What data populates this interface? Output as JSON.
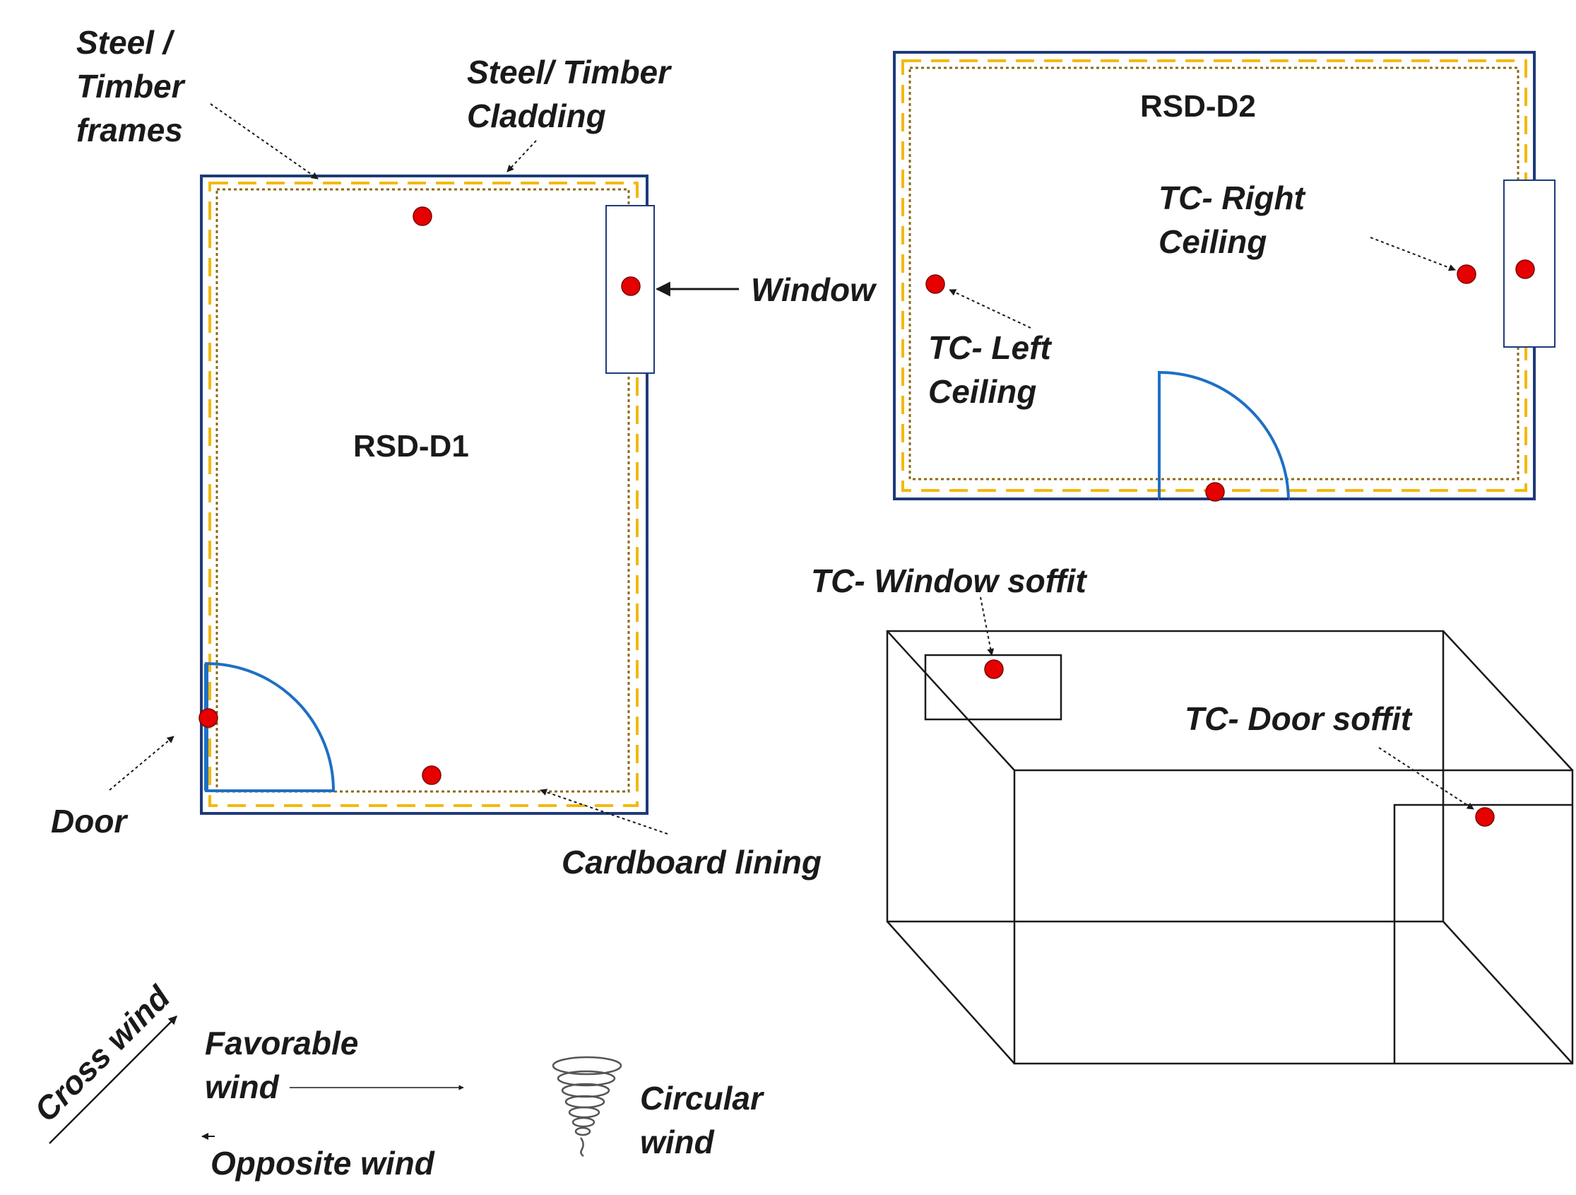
{
  "colors": {
    "wall_outline": "#1f3a7a",
    "cladding": "#f2b90f",
    "cardboard_lining": "#8b6914",
    "door_arc": "#1e6fc4",
    "thermocouple": "#e60000",
    "text": "#1a1a1a"
  },
  "rooms": {
    "d1_title": "RSD-D1",
    "d2_title": "RSD-D2"
  },
  "labels": {
    "steel_timber_frames": [
      "Steel /",
      "Timber",
      "frames"
    ],
    "steel_timber_cladding": [
      "Steel/ Timber",
      "Cladding"
    ],
    "window": "Window",
    "door": "Door",
    "cardboard_lining": "Cardboard lining",
    "tc_right_ceiling": [
      "TC- Right",
      "Ceiling"
    ],
    "tc_left_ceiling": [
      "TC- Left",
      "Ceiling"
    ],
    "tc_window_soffit": "TC- Window soffit",
    "tc_door_soffit": "TC- Door soffit"
  },
  "legend": {
    "cross_wind": "Cross wind",
    "favorable_wind": [
      "Favorable",
      "wind"
    ],
    "opposite_wind": "Opposite wind",
    "circular_wind": [
      "Circular",
      "wind"
    ],
    "tornado_icon": "tornado-icon"
  }
}
